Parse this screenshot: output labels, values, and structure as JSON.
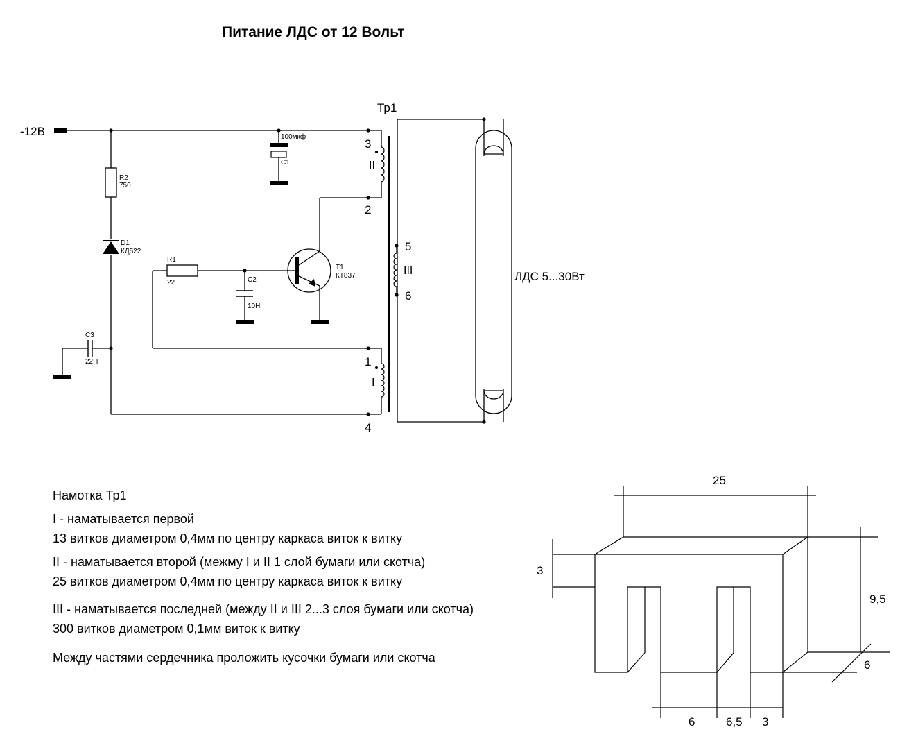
{
  "title": "Питание ЛДС от 12 Вольт",
  "schematic": {
    "supply_label": "-12В",
    "transformer_label": "Тр1",
    "lamp_label": "ЛДС 5...30Вт",
    "winding_labels": {
      "w1": "I",
      "w2": "II",
      "w3": "III"
    },
    "pin_labels": {
      "p1": "1",
      "p2": "2",
      "p3": "3",
      "p4": "4",
      "p5": "5",
      "p6": "6"
    },
    "components": {
      "c1": {
        "ref": "C1",
        "value": "100мкф"
      },
      "r2": {
        "ref": "R2",
        "value": "750"
      },
      "d1": {
        "ref": "D1",
        "value": "КД522"
      },
      "r1": {
        "ref": "R1",
        "value": "22"
      },
      "c2": {
        "ref": "C2",
        "value": "10Н"
      },
      "t1": {
        "ref": "T1",
        "value": "КТ837"
      },
      "c3": {
        "ref": "C3",
        "value": "22Н"
      }
    }
  },
  "notes": {
    "heading": "Намотка Тр1",
    "w1_title": "I - наматывается первой",
    "w1_desc": "13 витков диаметром 0,4мм по центру каркаса виток к витку",
    "w2_title": "II - наматывается второй (межму I и II 1 слой бумаги или скотча)",
    "w2_desc": "25 витков диаметром 0,4мм по центру каркаса виток к витку",
    "w3_title": "III - наматывается последней (между II и III 2...3 слоя бумаги или скотча)",
    "w3_desc": "300 витков диаметром 0,1мм виток к витку",
    "core_note": "Между частями сердечника проложить кусочки бумаги или скотча"
  },
  "core_dimensions": {
    "width": "25",
    "top_thickness": "3",
    "height": "9,5",
    "depth": "6",
    "slot_width": "6",
    "center_leg": "6,5",
    "outer_leg": "3"
  }
}
